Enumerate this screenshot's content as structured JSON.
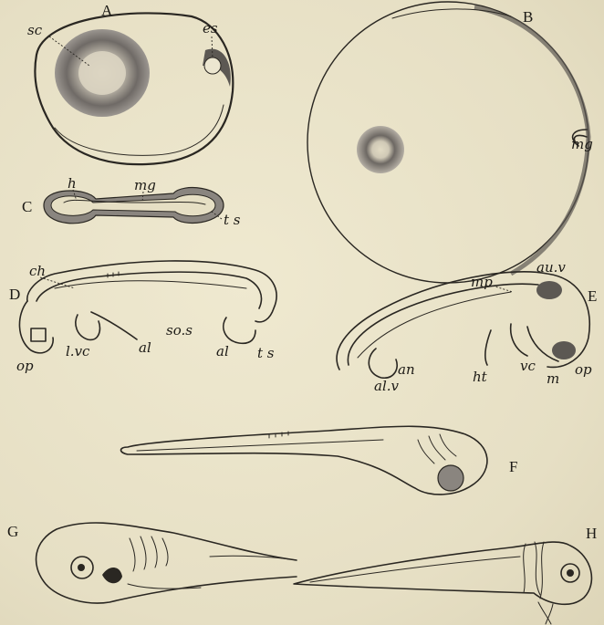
{
  "figures": {
    "A": {
      "letter": "A",
      "labels": {
        "sc": "sc",
        "es": "es"
      }
    },
    "B": {
      "letter": "B",
      "labels": {
        "mg": "mg"
      }
    },
    "C": {
      "letter": "C",
      "labels": {
        "h": "h",
        "mg": "mg",
        "ts": "t s"
      }
    },
    "D": {
      "letter": "D",
      "labels": {
        "ch": "ch",
        "op": "op",
        "lvc": "l.vc",
        "al_front": "al",
        "sos": "so.s",
        "al_back": "al",
        "ts": "t s"
      }
    },
    "E": {
      "letter": "E",
      "labels": {
        "auv": "au.v",
        "mp": "mp",
        "an": "an",
        "alv": "al.v",
        "ht": "ht",
        "vc": "vc",
        "m": "m",
        "op": "op"
      }
    },
    "F": {
      "letter": "F"
    },
    "G": {
      "letter": "G"
    },
    "H": {
      "letter": "H"
    }
  },
  "colors": {
    "ink": "#2a2722",
    "paper": "#e9e3c9",
    "shade": "#6d6863"
  }
}
